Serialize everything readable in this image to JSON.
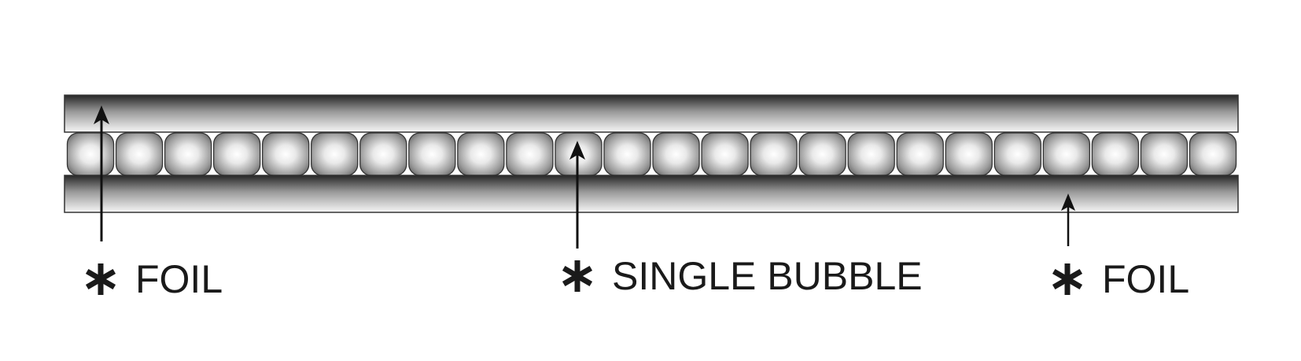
{
  "labels": {
    "foil_top": "FOIL",
    "single_bubble": "SINGLE BUBBLE",
    "foil_bottom": "FOIL"
  },
  "icons": {
    "callout_marker": "asterisk-icon",
    "pointer": "arrow-up-icon"
  },
  "colors": {
    "foil_dark": "#2b2b2b",
    "foil_light": "#f7f7f7",
    "bubble_light": "#ffffff",
    "bubble_dark": "#6e6e6e",
    "outline": "#333333",
    "text": "#1a1a1a"
  },
  "layers": [
    "foil",
    "bubble",
    "foil"
  ],
  "bubble_count": 24
}
